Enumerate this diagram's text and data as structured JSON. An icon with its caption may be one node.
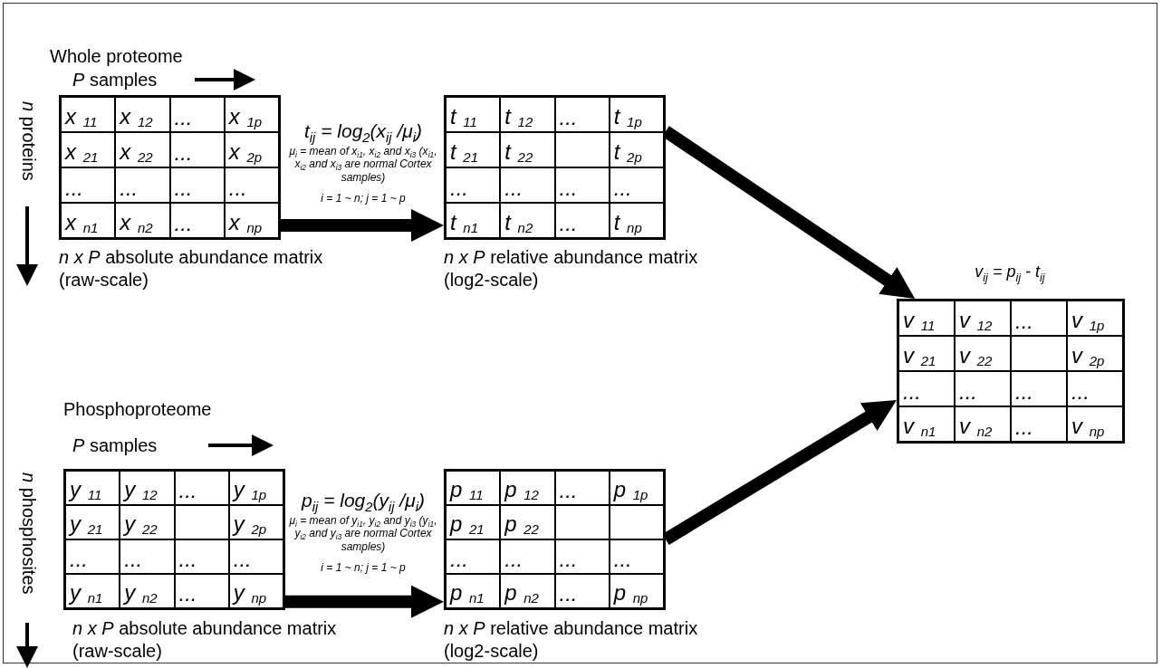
{
  "diagram": {
    "nodes": [
      {
        "text": [],
        "shape": "box",
        "beside": [
          "*n x P* absolute abundance matrix (raw-scale)"
        ]
      },
      {
        "text": [
          "x $_{11}$"
        ],
        "in": 0
      },
      {
        "text": [
          "x $_{12}$"
        ],
        "in": 0
      },
      {
        "text": [
          "..."
        ],
        "in": 0
      },
      {
        "text": [
          "x $_{1p}$"
        ],
        "in": 0
      },
      {
        "text": [
          "x $_{21}$"
        ],
        "in": 0
      },
      {
        "text": [
          "x $_{22}$"
        ],
        "in": 0
      },
      {
        "text": [
          "..."
        ],
        "in": 0
      },
      {
        "text": [
          "x $_{2p}$"
        ],
        "in": 0
      },
      {
        "text": [
          "..."
        ],
        "in": 0
      },
      {
        "text": [
          "..."
        ],
        "in": 0
      },
      {
        "text": [
          "..."
        ],
        "in": 0
      },
      {
        "text": [
          "..."
        ],
        "in": 0
      },
      {
        "text": [
          "x $_{n1}$"
        ],
        "in": 0
      },
      {
        "text": [
          "x $_{n2}$"
        ],
        "in": 0
      },
      {
        "text": [
          "..."
        ],
        "in": 0
      },
      {
        "text": [
          "x $_{np}$"
        ],
        "in": 0
      },
      {
        "text": [],
        "shape": "box",
        "beside": [
          "*n x P* relative abundance matrix (log2-scale)"
        ]
      },
      {
        "text": [
          "t $_{11}$"
        ],
        "in": 17
      },
      {
        "text": [
          "t $_{12}$"
        ],
        "in": 17
      },
      {
        "text": [
          "..."
        ],
        "in": 17
      },
      {
        "text": [
          "t $_{1p}$"
        ],
        "in": 17
      },
      {
        "text": [
          "t $_{21}$"
        ],
        "in": 17
      },
      {
        "text": [
          "t $_{22}$"
        ],
        "in": 17
      },
      {
        "text": [],
        "shape": "box",
        "in": 17
      },
      {
        "text": [
          "t $_{2p}$"
        ],
        "in": 17
      },
      {
        "text": [
          "..."
        ],
        "in": 17
      },
      {
        "text": [
          "..."
        ],
        "in": 17
      },
      {
        "text": [
          "..."
        ],
        "in": 17
      },
      {
        "text": [
          "..."
        ],
        "in": 17
      },
      {
        "text": [
          "t $_{n1}$"
        ],
        "in": 17
      },
      {
        "text": [
          "t $_{n2}$"
        ],
        "in": 17
      },
      {
        "text": [
          "..."
        ],
        "in": 17
      },
      {
        "text": [
          "t $_{np}$"
        ],
        "in": 17
      },
      {
        "text": [],
        "shape": "box"
      },
      {
        "text": [
          "v $_{11}$"
        ],
        "in": 34
      },
      {
        "text": [
          "v $_{12}$"
        ],
        "in": 34
      },
      {
        "text": [
          "..."
        ],
        "in": 34
      },
      {
        "text": [
          "v $_{1p}$"
        ],
        "in": 34
      },
      {
        "text": [
          "v $_{21}$"
        ],
        "in": 34
      },
      {
        "text": [
          "v $_{22}$"
        ],
        "in": 34
      },
      {
        "text": [],
        "shape": "box",
        "in": 34
      },
      {
        "text": [
          "v $_{2p}$"
        ],
        "in": 34
      },
      {
        "text": [
          "..."
        ],
        "in": 34
      },
      {
        "text": [
          "..."
        ],
        "in": 34
      },
      {
        "text": [
          "..."
        ],
        "in": 34
      },
      {
        "text": [
          "..."
        ],
        "in": 34
      },
      {
        "text": [
          "v $_{n1}$"
        ],
        "in": 34
      },
      {
        "text": [
          "v $_{n2}$"
        ],
        "in": 34
      },
      {
        "text": [
          "..."
        ],
        "in": 34
      },
      {
        "text": [
          "v $_{np}$"
        ],
        "in": 34
      },
      {
        "text": [],
        "shape": "box",
        "beside": [
          "*n x P* absolute abundance matrix (raw-scale)"
        ]
      },
      {
        "text": [
          "y $_{11}$"
        ],
        "in": 51
      },
      {
        "text": [
          "y $_{12}$"
        ],
        "in": 51
      },
      {
        "text": [
          "..."
        ],
        "in": 51
      },
      {
        "text": [
          "y $_{1p}$"
        ],
        "in": 51
      },
      {
        "text": [
          "y $_{21}$"
        ],
        "in": 51
      },
      {
        "text": [
          "y $_{22}$"
        ],
        "in": 51
      },
      {
        "text": [],
        "shape": "box",
        "in": 51
      },
      {
        "text": [
          "y $_{2p}$"
        ],
        "in": 51
      },
      {
        "text": [
          "..."
        ],
        "in": 51
      },
      {
        "text": [
          "..."
        ],
        "in": 51
      },
      {
        "text": [
          "..."
        ],
        "in": 51
      },
      {
        "text": [
          "..."
        ],
        "in": 51
      },
      {
        "text": [
          "y $_{n1}$"
        ],
        "in": 51
      },
      {
        "text": [
          "y $_{n2}$"
        ],
        "in": 51
      },
      {
        "text": [
          "..."
        ],
        "in": 51
      },
      {
        "text": [
          "y $_{np}$"
        ],
        "in": 51
      },
      {
        "text": [],
        "shape": "box",
        "beside": [
          "*n x P* relative abundance matrix (log2-scale)"
        ]
      },
      {
        "text": [
          "p $_{11}$"
        ],
        "in": 68
      },
      {
        "text": [
          "p $_{12}$"
        ],
        "in": 68
      },
      {
        "text": [
          "..."
        ],
        "in": 68
      },
      {
        "text": [
          "p $_{1p}$"
        ],
        "in": 68
      },
      {
        "text": [
          "p $_{21}$"
        ],
        "in": 68
      },
      {
        "text": [
          "p $_{22}$"
        ],
        "in": 68
      },
      {
        "text": [],
        "shape": "box",
        "in": 68
      },
      {
        "text": [],
        "shape": "box",
        "in": 68
      },
      {
        "text": [
          "..."
        ],
        "in": 68
      },
      {
        "text": [
          "..."
        ],
        "in": 68
      },
      {
        "text": [
          "..."
        ],
        "in": 68
      },
      {
        "text": [
          "..."
        ],
        "in": 68
      },
      {
        "text": [
          "p $_{n1}$"
        ],
        "in": 68
      },
      {
        "text": [
          "p $_{n2}$"
        ],
        "in": 68
      },
      {
        "text": [
          "..."
        ],
        "in": 68
      },
      {
        "text": [
          "p $_{np}$"
        ],
        "in": 68
      }
    ],
    "edges": [
      {
        "from": 0,
        "to": 17,
        "arrow": "to"
      },
      {
        "from": 17,
        "to": 34,
        "arrow": "to"
      },
      {
        "from": 51,
        "to": 68,
        "arrow": "to"
      },
      {
        "from": 68,
        "to": 34,
        "arrow": "to"
      }
    ],
    "labels": [
      "Whole proteome",
      "*P* samples",
      "*n* proteins",
      "t$_{ij}$ = log$_{2}$(x$_{ij}$ /μ$_{i}$)",
      "μ$_{i}$ = mean of x$_{i1}$, x$_{i2}$ and x$_{i3}$ (x$_{i1}$, x$_{i2}$ and x$_{i3}$ are normal Cortex samples)",
      "i = 1 ~ n; j = 1 ~ p",
      "v$_{ij}$ = p$_{ij}$ - t$_{ij}$",
      "Phosphoproteome",
      "*P* samples",
      "*n* phosphosites",
      "p$_{ij}$ = log$_{2}$(y$_{ij}$ /μ$_{i}$)",
      "μ$_{i}$ = mean of y$_{i1}$, y$_{i2}$ and y$_{i3}$ (y$_{i1}$, y$_{i2}$ and y$_{i3}$ are normal Cortex samples)",
      "i = 1 ~ n; j = 1 ~ p"
    ]
  }
}
